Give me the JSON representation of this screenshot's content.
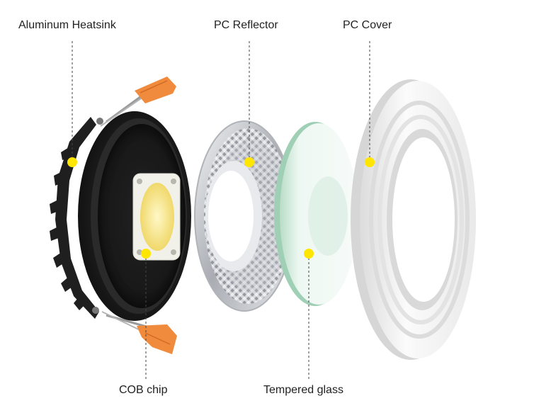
{
  "labels": {
    "heatsink": "Aluminum Heatsink",
    "reflector": "PC Reflector",
    "cover": "PC Cover",
    "cob": "COB chip",
    "glass": "Tempered glass"
  },
  "colors": {
    "marker": "#ffe600",
    "leader": "#444444",
    "heatsink_body": "#1c1c1c",
    "spring_clip": "#f08a3c",
    "cob_chip": "#f6e88a",
    "reflector": "#c9ccd0",
    "glass": "#e8f5ef",
    "cover": "#f3f3f3"
  },
  "parts": [
    {
      "id": "heatsink",
      "name_ref": "labels.heatsink",
      "icon": "heatsink-icon"
    },
    {
      "id": "cob",
      "name_ref": "labels.cob",
      "icon": "cob-chip-icon"
    },
    {
      "id": "reflector",
      "name_ref": "labels.reflector",
      "icon": "reflector-icon"
    },
    {
      "id": "glass",
      "name_ref": "labels.glass",
      "icon": "glass-icon"
    },
    {
      "id": "cover",
      "name_ref": "labels.cover",
      "icon": "cover-ring-icon"
    }
  ]
}
